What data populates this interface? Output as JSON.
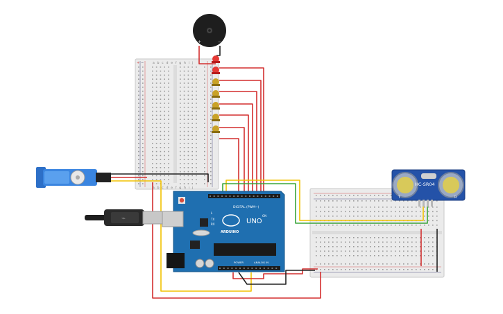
{
  "breadboard_left": {
    "column_letters_top": "a b c d e  f g h i j",
    "column_letters_bottom": "a b c d e  f g h i j",
    "rail_minus": "−",
    "rail_plus": "+"
  },
  "breadboard_right": {
    "rail_minus": "−",
    "rail_plus": "+"
  },
  "buzzer": {
    "plus_label": "+",
    "minus_label": "−"
  },
  "arduino": {
    "brand": "ARDUINO",
    "model": "UNO",
    "digital_label": "DIGITAL (PWM~)",
    "power_label": "POWER",
    "analog_label": "ANALOG IN",
    "tx_label": "TX",
    "rx_label": "RX",
    "l_label": "L",
    "on_label": "ON"
  },
  "ultrasonic": {
    "model": "HC-SR04",
    "t_label": "T",
    "r_label": "R"
  },
  "colors": {
    "wire_red": "#d32f2f",
    "wire_yellow": "#f2c200",
    "wire_green": "#3aa53a",
    "wire_black": "#222222",
    "arduino_blue": "#1f6fb0",
    "sensor_blue": "#2452a8",
    "led_red": "#e53935",
    "led_yellow": "#c9a227"
  }
}
